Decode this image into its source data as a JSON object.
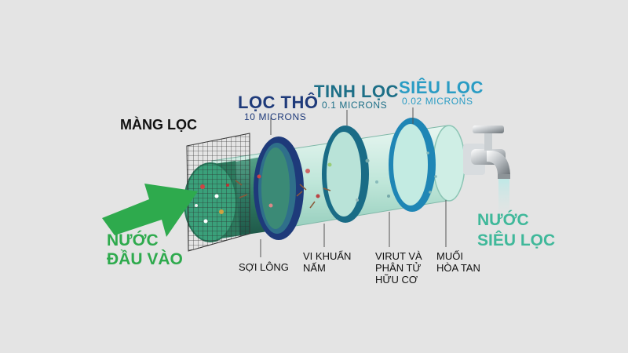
{
  "labels": {
    "membrane": "MÀNG LỌC",
    "coarse": {
      "title": "LỌC THÔ",
      "spec": "10 MICRONS"
    },
    "fine": {
      "title": "TINH LỌC",
      "spec": "0.1 MICRONS"
    },
    "ultra": {
      "title": "SIÊU LỌC",
      "spec": "0.02 MICRONS"
    },
    "input_water": "NƯỚC\nĐẦU VÀO",
    "output_water": "NƯỚC\nSIÊU LỌC"
  },
  "removed_particles": [
    "SỢI LÔNG",
    "VI KHUẨN\nNẤM",
    "VIRUT VÀ\nPHÂN TỬ\nHỮU CƠ",
    "MUỐI\nHÒA TAN"
  ],
  "colors": {
    "background": "#e4e4e4",
    "coarse_title": "#1e3a7a",
    "fine_title": "#1d6f87",
    "ultra_title": "#2a9cc4",
    "input_green": "#2eaa4d",
    "output_teal": "#3fb89a"
  }
}
